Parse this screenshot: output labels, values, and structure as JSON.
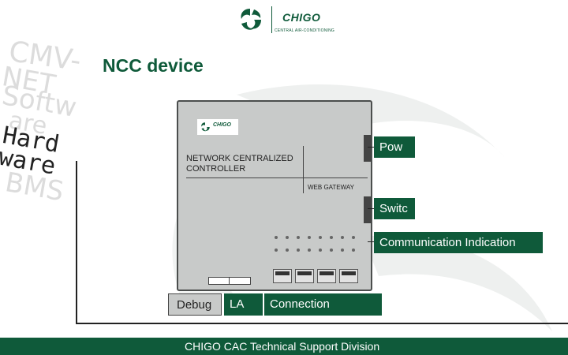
{
  "header": {
    "brand": "CHIGO",
    "tagline": "CENTRAL AIR-CONDITIONING"
  },
  "sidebar": {
    "ghost_lines": [
      "CMV-",
      "NET",
      "Softw",
      "are",
      "BMS"
    ],
    "active_label": "Hard ware"
  },
  "main": {
    "title": "NCC device"
  },
  "device": {
    "logo_brand": "CHIGO",
    "title_line1": "NETWORK CENTRALIZED",
    "title_line2": "CONTROLLER",
    "subtitle": "WEB GATEWAY"
  },
  "callouts": {
    "power": "Pow",
    "switch": "Switc",
    "communication": "Communication Indication",
    "debug": "Debug",
    "lan": "LA",
    "connection": "Connection"
  },
  "footer": {
    "text": "CHIGO CAC Technical Support Division"
  },
  "colors": {
    "brand_green": "#0f5a3a",
    "device_gray": "#c8cac9",
    "background": "#ffffff"
  }
}
